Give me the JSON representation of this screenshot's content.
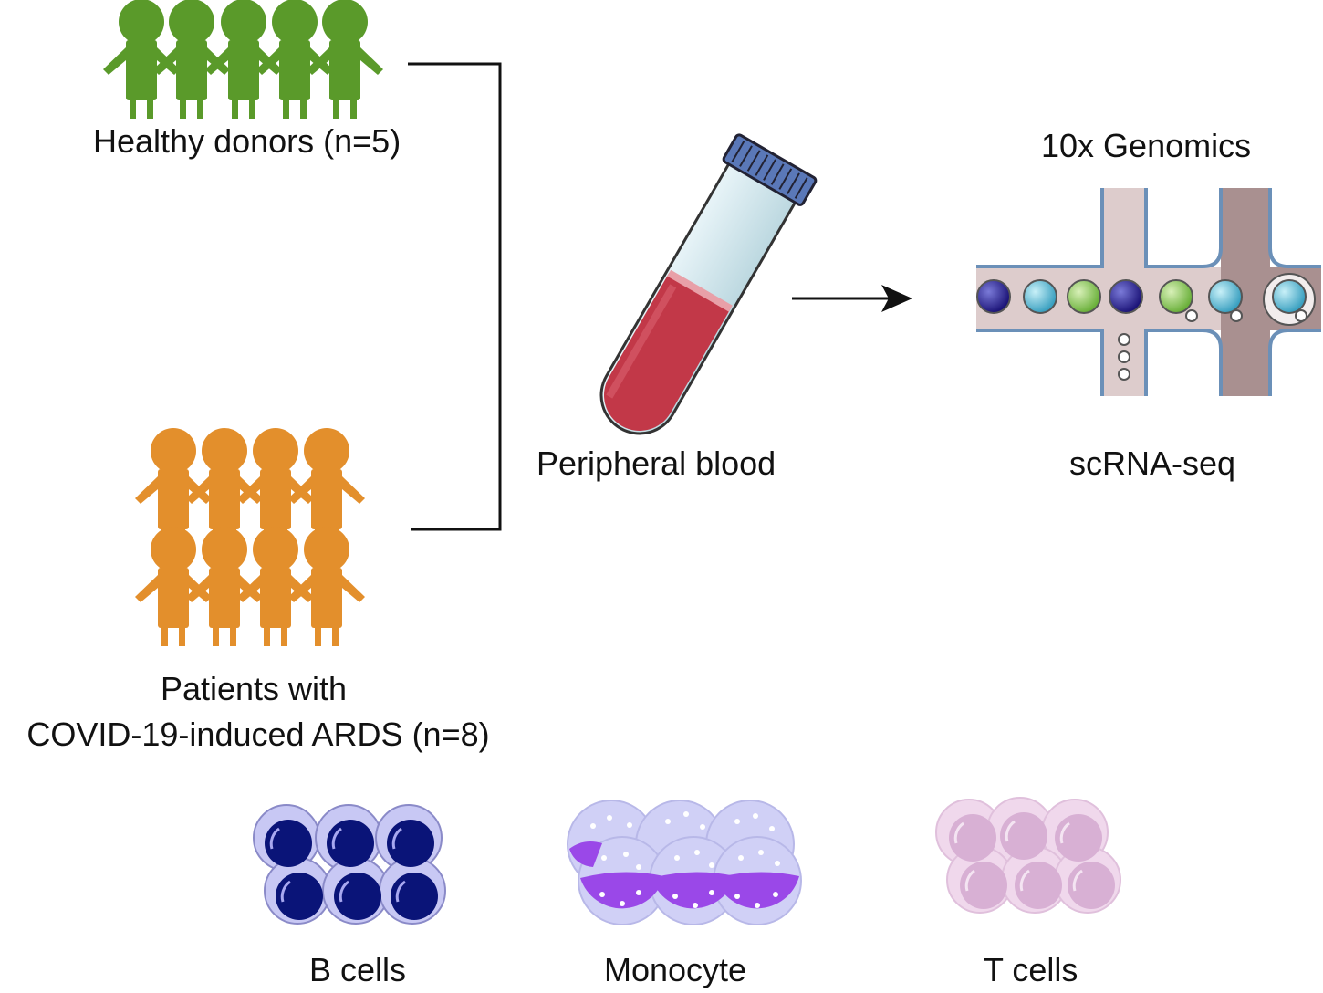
{
  "groups": {
    "healthy": {
      "label": "Healthy donors (n=5)",
      "count": 5,
      "color": "#5a9a2a"
    },
    "patients": {
      "line1": "Patients with",
      "line2": "COVID-19-induced ARDS (n=8)",
      "count": 8,
      "color": "#e38f2c"
    }
  },
  "sample": {
    "label": "Peripheral blood"
  },
  "platform": {
    "title": "10x Genomics",
    "method": "scRNA-seq"
  },
  "cells": {
    "b_cells": "B cells",
    "monocyte": "Monocyte",
    "t_cells": "T cells"
  },
  "colors": {
    "blood": "#c23848",
    "plasma": "#b8dbe4",
    "cap": "#5a78b8",
    "chip_channel": "#ddcccc",
    "chip_border": "#6b90b8",
    "chip_right_channel": "#a99090"
  }
}
